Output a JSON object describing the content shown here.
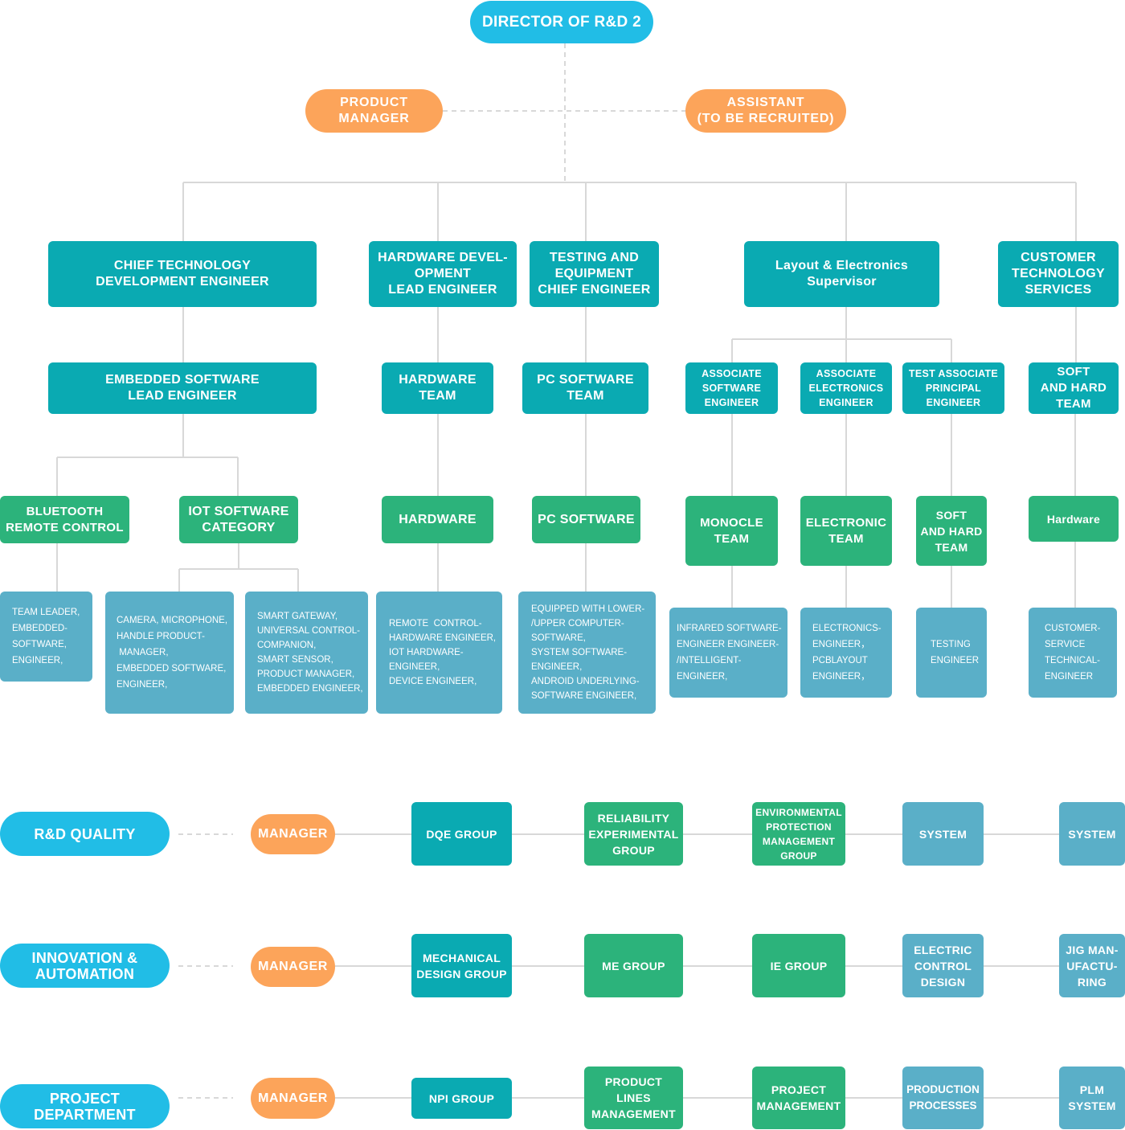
{
  "colors": {
    "director": "#21bde6",
    "staff": "#fca45a",
    "lead": "#0aaab2",
    "team": "#2cb37b",
    "role": "#5aafc8",
    "connector": "#d8d8d8"
  },
  "director": "DIRECTOR OF R&D 2",
  "staff": {
    "product_manager": "PRODUCT\nMANAGER",
    "assistant": "ASSISTANT\n(TO BE RECRUITED)"
  },
  "branches": [
    {
      "title": "CHIEF TECHNOLOGY\nDEVELOPMENT ENGINEER",
      "units": [
        {
          "title": "EMBEDDED SOFTWARE\nLEAD ENGINEER",
          "teams": [
            {
              "title": "BLUETOOTH\nREMOTE CONTROL",
              "roles": [
                "TEAM LEADER,\nEMBEDDED-\nSOFTWARE,\nENGINEER,"
              ]
            },
            {
              "title": "IOT SOFTWARE\nCATEGORY",
              "roles": [
                "CAMERA, MICROPHONE,\nHANDLE PRODUCT-\n MANAGER,\nEMBEDDED SOFTWARE,\nENGINEER,",
                "SMART GATEWAY,\nUNIVERSAL CONTROL-\nCOMPANION,\nSMART SENSOR,\nPRODUCT MANAGER,\nEMBEDDED ENGINEER,"
              ]
            }
          ]
        }
      ]
    },
    {
      "title": "HARDWARE DEVEL-\nOPMENT\nLEAD ENGINEER",
      "units": [
        {
          "title": "HARDWARE\nTEAM",
          "teams": [
            {
              "title": "HARDWARE",
              "roles": [
                "REMOTE  CONTROL-\nHARDWARE ENGINEER,\nIOT HARDWARE-\nENGINEER,\nDEVICE ENGINEER,"
              ]
            }
          ]
        }
      ]
    },
    {
      "title": "TESTING AND\nEQUIPMENT\nCHIEF ENGINEER",
      "units": [
        {
          "title": "PC SOFTWARE\nTEAM",
          "teams": [
            {
              "title": "PC SOFTWARE",
              "roles": [
                "EQUIPPED WITH LOWER-\n/UPPER COMPUTER-\nSOFTWARE,\nSYSTEM SOFTWARE-\nENGINEER,\nANDROID UNDERLYING-\nSOFTWARE ENGINEER,"
              ]
            }
          ]
        }
      ]
    },
    {
      "title": "Layout & Electronics\nSupervisor",
      "units": [
        {
          "title": "ASSOCIATE\nSOFTWARE\nENGINEER",
          "teams": [
            {
              "title": "MONOCLE\nTEAM",
              "roles": [
                "INFRARED SOFTWARE-\nENGINEER ENGINEER-\n/INTELLIGENT-\nENGINEER,"
              ]
            }
          ]
        },
        {
          "title": "ASSOCIATE\nELECTRONICS\nENGINEER",
          "teams": [
            {
              "title": "ELECTRONIC\nTEAM",
              "roles": [
                "ELECTRONICS-\nENGINEER，\nPCBLAYOUT\nENGINEER，"
              ]
            }
          ]
        },
        {
          "title": "TEST ASSOCIATE\nPRINCIPAL\nENGINEER",
          "teams": [
            {
              "title": "SOFT\nAND HARD\nTEAM",
              "roles": [
                "TESTING\nENGINEER"
              ]
            }
          ]
        }
      ]
    },
    {
      "title": "CUSTOMER\nTECHNOLOGY\nSERVICES",
      "units": [
        {
          "title": "SOFT\nAND HARD\nTEAM",
          "teams": [
            {
              "title": "Hardware",
              "roles": [
                "CUSTOMER-\nSERVICE\nTECHNICAL-\nENGINEER"
              ]
            }
          ]
        }
      ]
    }
  ],
  "departments": [
    {
      "name": "R&D QUALITY",
      "manager": "MANAGER",
      "groups": [
        "DQE GROUP",
        "RELIABILITY\nEXPERIMENTAL\nGROUP",
        "ENVIRONMENTAL\nPROTECTION\nMANAGEMENT\nGROUP",
        "SYSTEM",
        "SYSTEM"
      ]
    },
    {
      "name": "INNOVATION &\nAUTOMATION",
      "manager": "MANAGER",
      "groups": [
        "MECHANICAL\nDESIGN GROUP",
        "ME GROUP",
        "IE GROUP",
        "ELECTRIC\nCONTROL\nDESIGN",
        "JIG MAN-\nUFACTU-\nRING"
      ]
    },
    {
      "name": "PROJECT\nDEPARTMENT",
      "manager": "MANAGER",
      "groups": [
        "NPI GROUP",
        "PRODUCT\nLINES\nMANAGEMENT",
        "PROJECT\nMANAGEMENT",
        "PRODUCTION\nPROCESSES",
        "PLM\nSYSTEM"
      ]
    }
  ]
}
